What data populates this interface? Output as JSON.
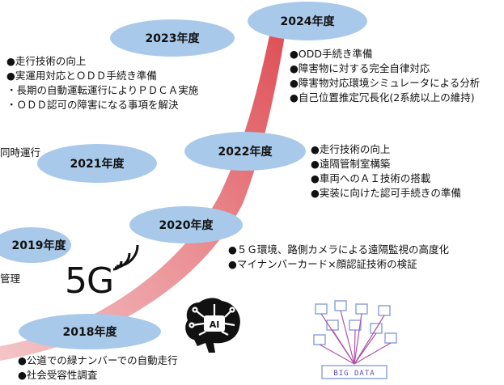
{
  "timeline": [
    {
      "year": "2018年度",
      "items": [
        "●公道での緑ナンバーでの自動走行",
        "●社会受容性調査"
      ]
    },
    {
      "year": "2019年度",
      "items": [
        "管理"
      ]
    },
    {
      "year": "2020年度",
      "items": [
        "●５Ｇ環境、路側カメラによる遠隔監視の高度化",
        "●マイナンバーカード×顔認証技術の検証"
      ]
    },
    {
      "year": "2021年度",
      "items": [
        "同時運行"
      ]
    },
    {
      "year": "2022年度",
      "items": [
        "●走行技術の向上",
        "●遠隔管制室構築",
        "●車両へのＡＩ技術の搭載",
        "●実装に向けた認可手続きの準備"
      ]
    },
    {
      "year": "2023年度",
      "items": [
        "●走行技術の向上",
        "●実運用対応とＯＤＤ手続き準備",
        "・長期の自動運転運行によりＰＤＣＡ実施",
        "・ＯＤＤ認可の障害になる事項を解決"
      ]
    },
    {
      "year": "2024年度",
      "items": [
        "●ODD手続き準備",
        "●障害物に対する完全自律対応",
        "●障害物対応環境シミュレータによる分析",
        "●自己位置推定冗長化(2系統以上の維持)"
      ]
    }
  ],
  "icons": {
    "fiveg_text": "5G",
    "ai_label": "AI",
    "bigdata_label": "BIG DATA"
  },
  "colors": {
    "oval": "#a9c9ea",
    "band": "#e0575e",
    "band_light": "#f2b9bb"
  }
}
